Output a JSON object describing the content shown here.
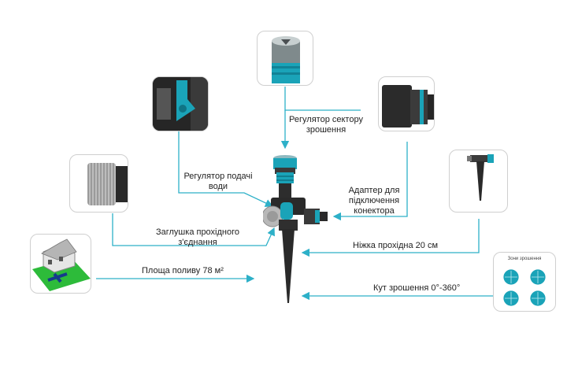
{
  "labels": {
    "sector_regulator": [
      "Регулятор сектору",
      "зрошення"
    ],
    "water_regulator": [
      "Регулятор подачі",
      "води"
    ],
    "adapter": [
      "Адаптер для",
      "підключення",
      "конектора"
    ],
    "plug": [
      "Заглушка прохідного",
      "з'єднання"
    ],
    "spike": "Ніжка прохідна 20 см",
    "area": "Площа поливу 78 м²",
    "angle": "Кут зрошення 0°-360°"
  },
  "zones_title": "Зони зрошення",
  "colors": {
    "accent": "#1aa3b8",
    "line": "#2db0c8",
    "body": "#2a2a2a",
    "lawn": "#2dbb3a"
  }
}
